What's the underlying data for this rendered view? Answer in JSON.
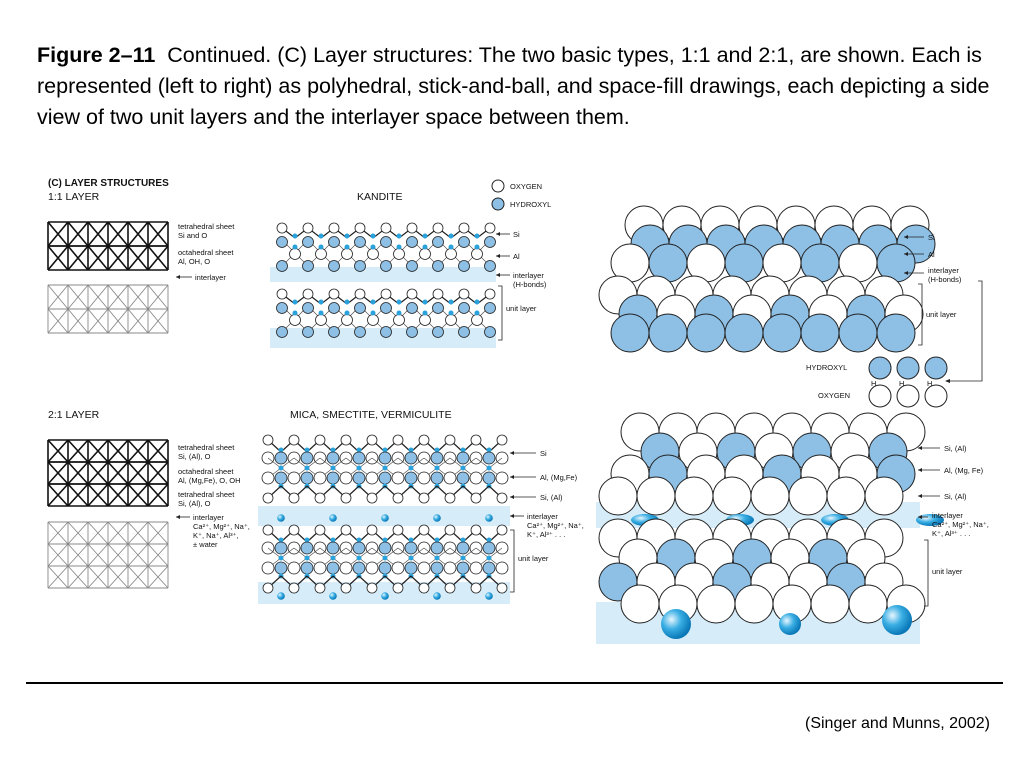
{
  "caption": {
    "figure_label": "Figure 2–11",
    "text": "Continued. (C) Layer structures: The two basic types, 1:1 and 2:1, are shown. Each is represented (left to right) as polyhedral, stick-and-ball, and space-fill drawings, each depicting a side view of two unit layers and the interlayer space between them."
  },
  "panel_title": "(C) LAYER STRUCTURES",
  "legend": {
    "oxygen": "OXYGEN",
    "hydroxyl": "HYDROXYL"
  },
  "layer_1_1": {
    "heading": "1:1 LAYER",
    "mineral": "KANDITE",
    "poly_labels": {
      "tet_l1": "tetrahedral sheet",
      "tet_l2": "Si and O",
      "oct_l1": "octahedral sheet",
      "oct_l2": "Al, OH, O",
      "inter": "interlayer"
    },
    "ball_labels": {
      "si": "Si",
      "al": "Al",
      "inter_l1": "interlayer",
      "inter_l2": "(H-bonds)",
      "unit": "unit layer"
    },
    "space_labels": {
      "si": "Si",
      "al": "Al",
      "inter_l1": "interlayer",
      "inter_l2": "(H-bonds)",
      "unit": "unit layer",
      "hydroxyl": "HYDROXYL",
      "h": "H",
      "oxygen": "OXYGEN"
    }
  },
  "layer_2_1": {
    "heading": "2:1 LAYER",
    "mineral": "MICA, SMECTITE, VERMICULITE",
    "poly_labels": {
      "tet_l1": "tetrahedral sheet",
      "tet_l2": "Si, (Al), O",
      "oct_l1": "octahedral sheet",
      "oct_l2": "Al, (Mg,Fe), O, OH",
      "tet2_l1": "tetrahedral sheet",
      "tet2_l2": "Si, (Al), O",
      "inter_l1": "interlayer",
      "inter_l2": "Ca²⁺, Mg²⁺, Na⁺,",
      "inter_l3": "K⁺, Na⁺, Al³⁺,",
      "inter_l4": "± water"
    },
    "ball_labels": {
      "si": "Si",
      "al": "Al, (Mg,Fe)",
      "si_al": "Si, (Al)",
      "inter_l1": "interlayer",
      "inter_l2": "Ca²⁺, Mg²⁺, Na⁺,",
      "inter_l3": "K⁺, Al³⁺ . . .",
      "unit": "unit layer"
    },
    "space_labels": {
      "si_al_top": "Si, (Al)",
      "al": "Al, (Mg, Fe)",
      "si_al_bottom": "Si, (Al)",
      "inter_l1": "interlayer",
      "inter_l2": "Ca²⁺, Mg²⁺, Na⁺,",
      "inter_l3": "K⁺, Al³⁺ . . .",
      "unit": "unit layer"
    }
  },
  "colors": {
    "hydroxyl": "#8ec0e6",
    "band": "#d6ecf8",
    "cation": "#2aa3dc"
  },
  "credit": "(Singer and Munns, 2002)"
}
